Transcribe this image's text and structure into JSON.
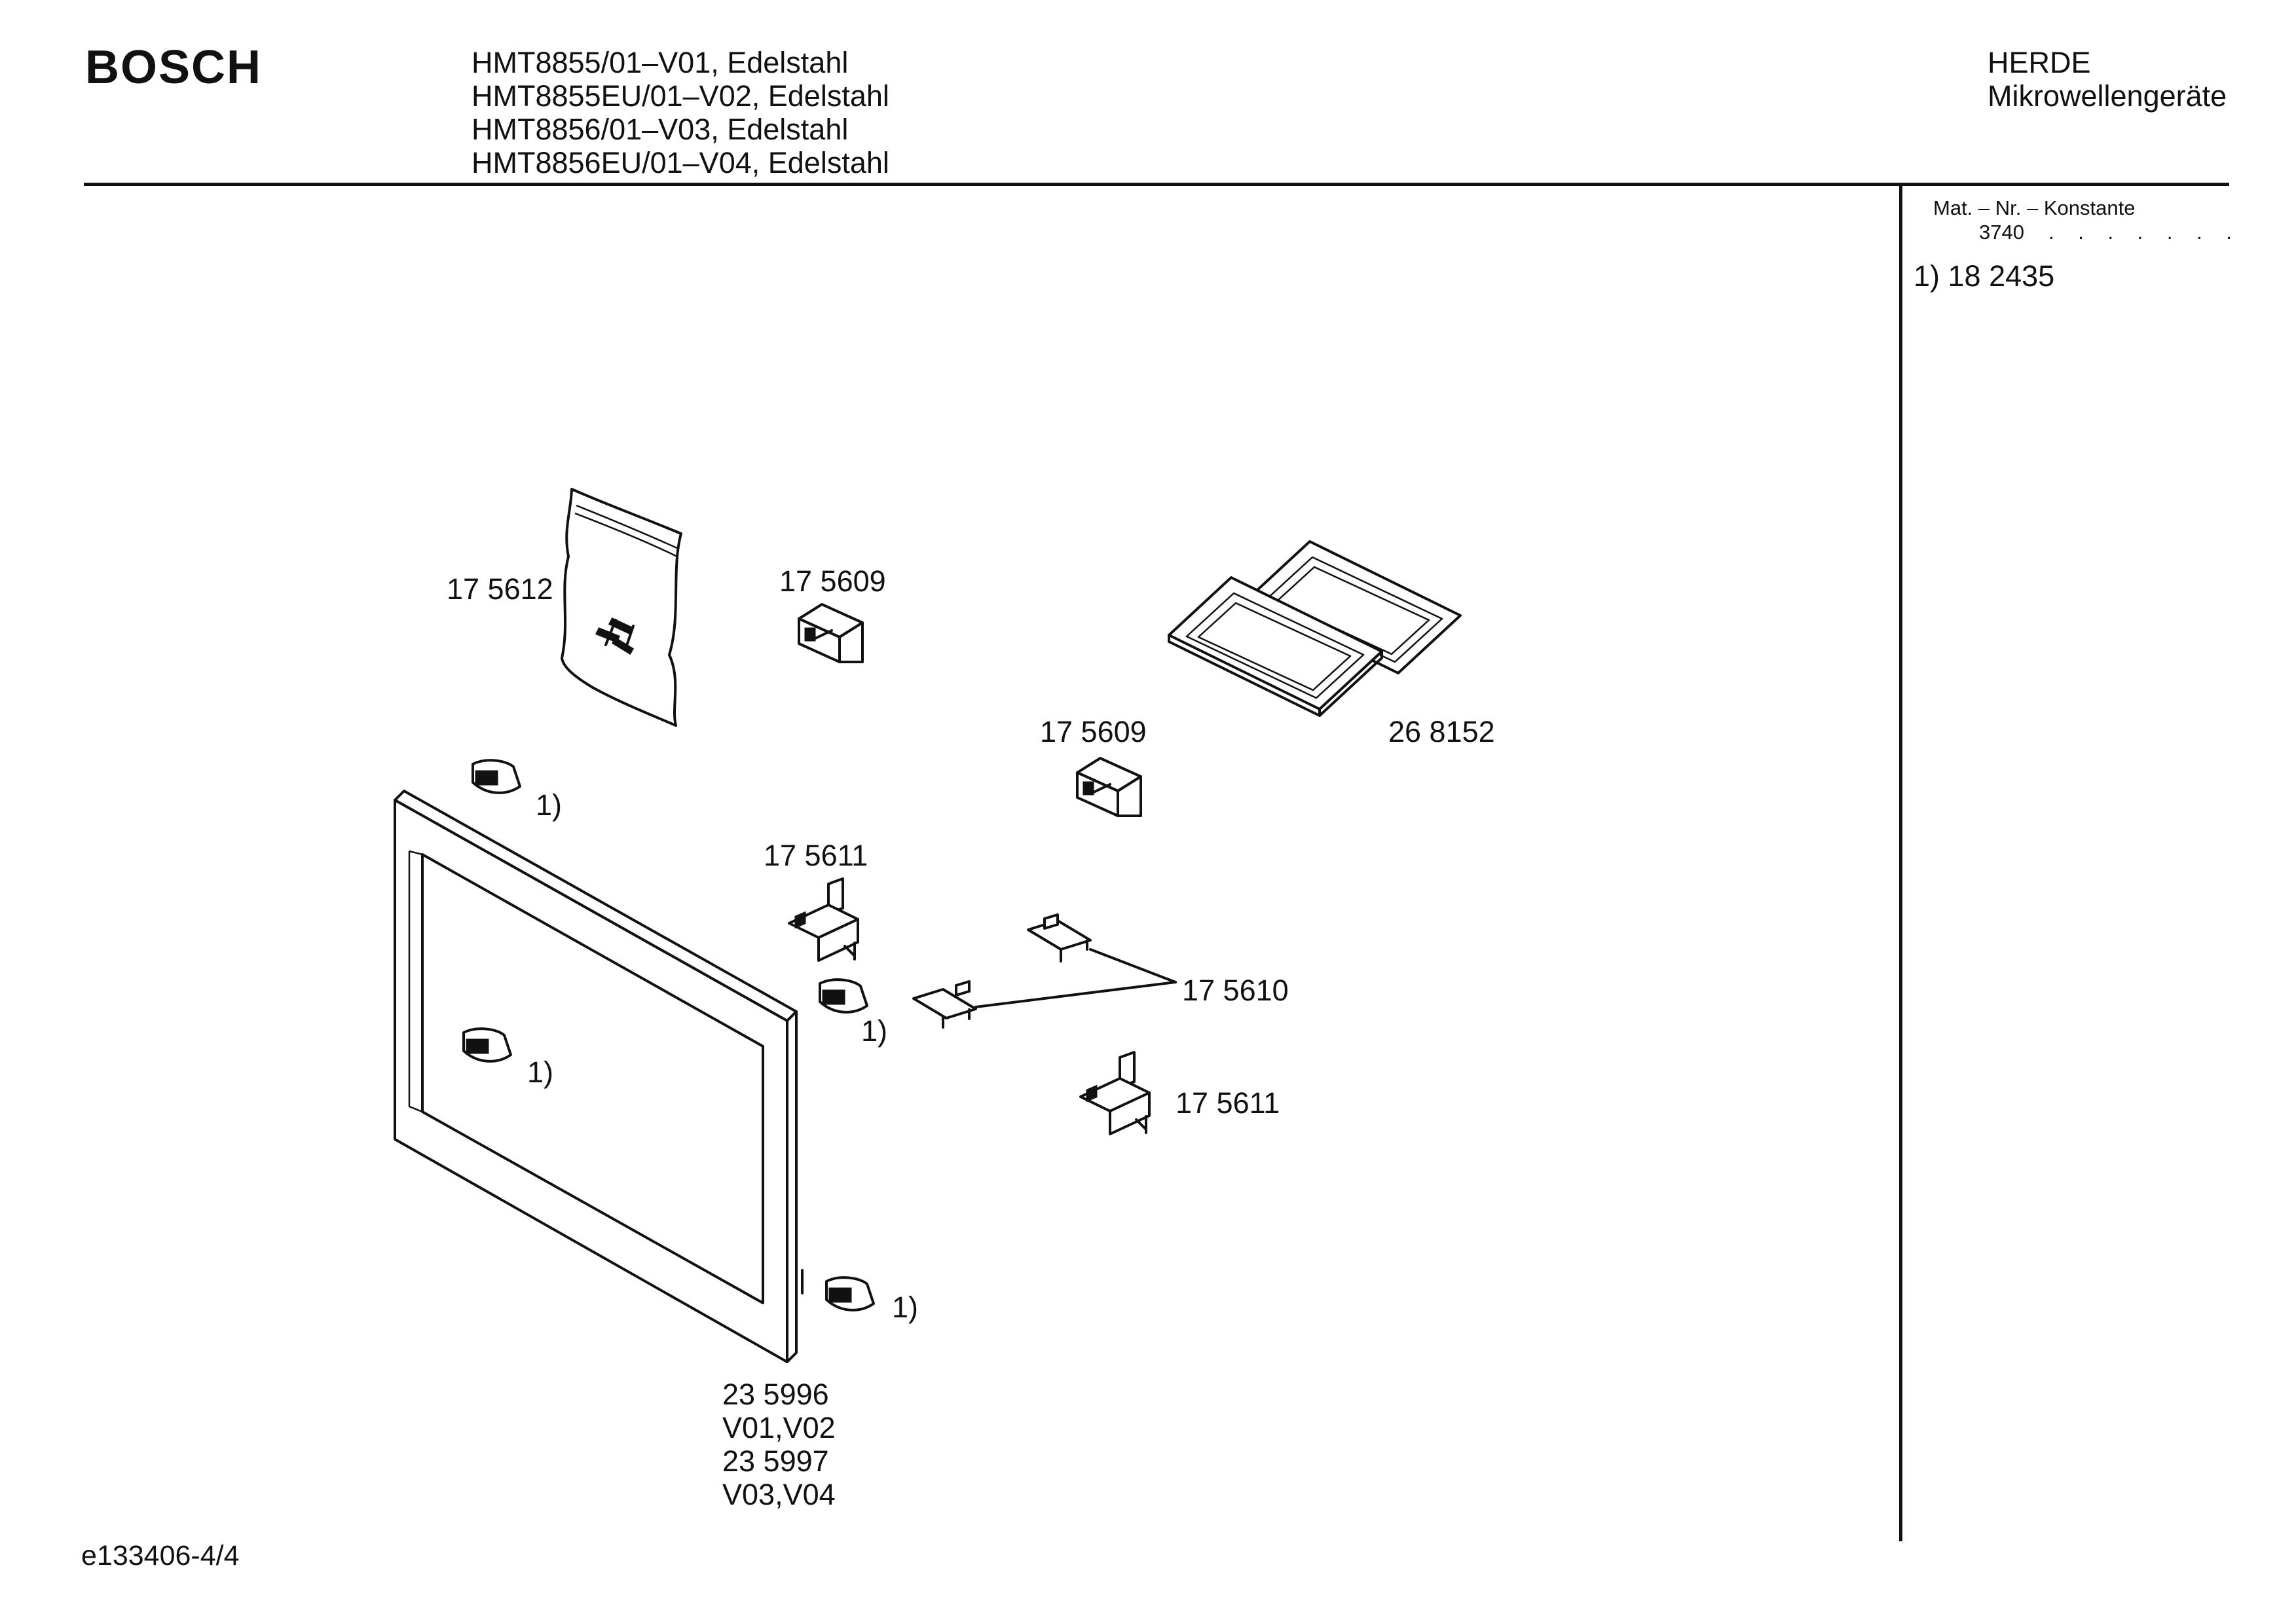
{
  "header": {
    "brand": "BOSCH",
    "models": [
      "HMT8855/01–V01, Edelstahl",
      "HMT8855EU/01–V02, Edelstahl",
      "HMT8856/01–V03, Edelstahl",
      "HMT8856EU/01–V04, Edelstahl"
    ],
    "category": [
      "HERDE",
      "Mikrowellengeräte"
    ]
  },
  "sidebar": {
    "mat_title": "Mat. – Nr. – Konstante",
    "mat_prefix": "3740",
    "mat_dots": ". . . . . . .",
    "note": "1)  18 2435"
  },
  "parts": {
    "p175612": "17 5612",
    "p175609a": "17 5609",
    "p175609b": "17 5609",
    "p268152": "26 8152",
    "p175611a": "17 5611",
    "p175610": "17 5610",
    "p175611b": "17 5611",
    "frame_labels": [
      "23 5996",
      "V01,V02",
      "23 5997",
      "V03,V04"
    ],
    "clip_ref": "1)"
  },
  "footer": {
    "doc_id": "e133406-4/4"
  }
}
